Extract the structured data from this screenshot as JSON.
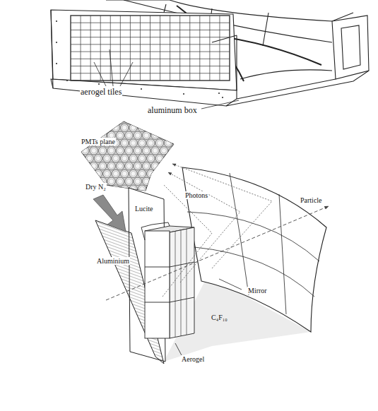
{
  "diagram": {
    "labels": [
      "aerogel tiles",
      "aluminum box",
      "PMTs plane",
      "Dry N₂",
      "Lucite",
      "Photons",
      "Particle",
      "Aluminium",
      "Mirror",
      "C₄F₁₀",
      "Aerogel"
    ]
  }
}
